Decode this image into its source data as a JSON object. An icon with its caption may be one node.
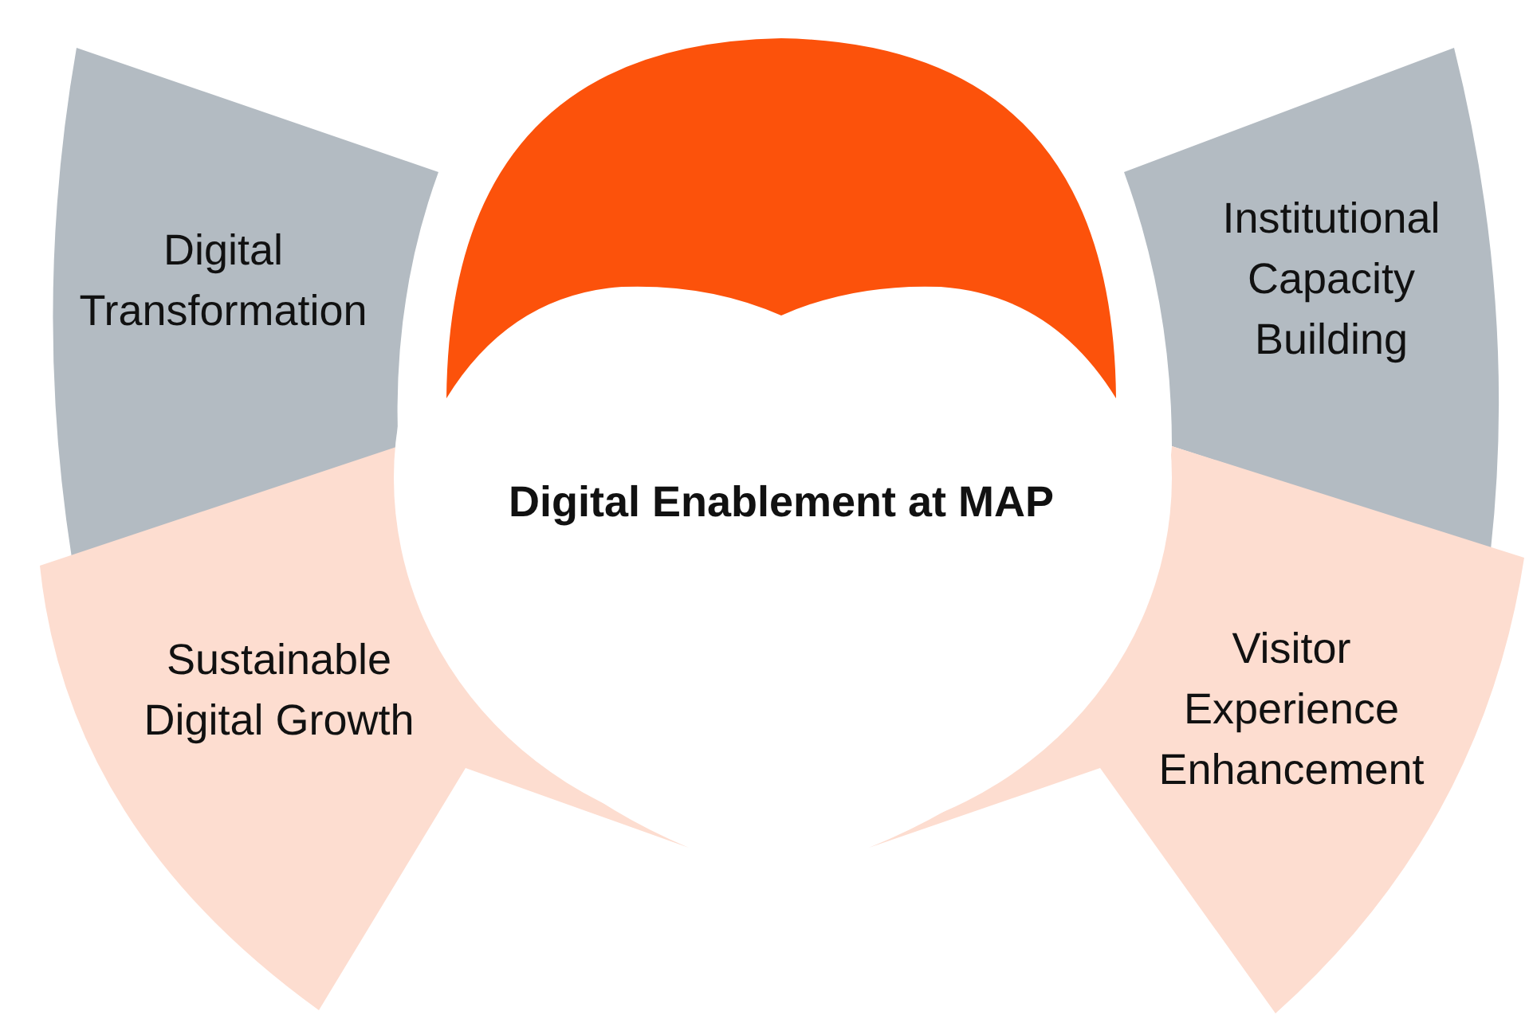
{
  "diagram": {
    "nodes": [
      {
        "text": [
          "Digital Transformation"
        ]
      },
      {
        "text": [],
        "shape": "arc"
      },
      {
        "text": [
          "Institutional Capacity Building"
        ]
      },
      {
        "text": [
          "Digital Enablement at MAP"
        ]
      },
      {
        "text": [
          "Sustainable Digital Growth"
        ]
      },
      {
        "text": [
          "Visitor Experience Enhancement"
        ]
      }
    ],
    "edges": []
  }
}
